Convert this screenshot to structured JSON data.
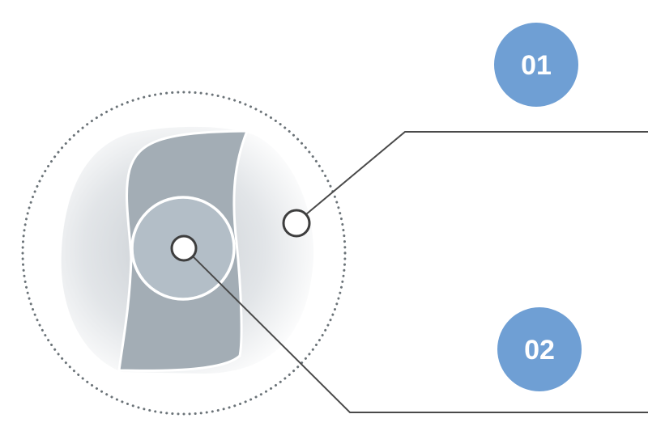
{
  "badges": [
    {
      "label": "01"
    },
    {
      "label": "02"
    }
  ],
  "colors": {
    "badge": "#6f9fd4",
    "dark_band": "#a3adb5",
    "inner_disc": "#b3bec7",
    "leader_line": "#4a4a4a",
    "dotted_ring": "#6b7378"
  },
  "icons": [
    "marker-circle-outer",
    "marker-circle-center"
  ]
}
